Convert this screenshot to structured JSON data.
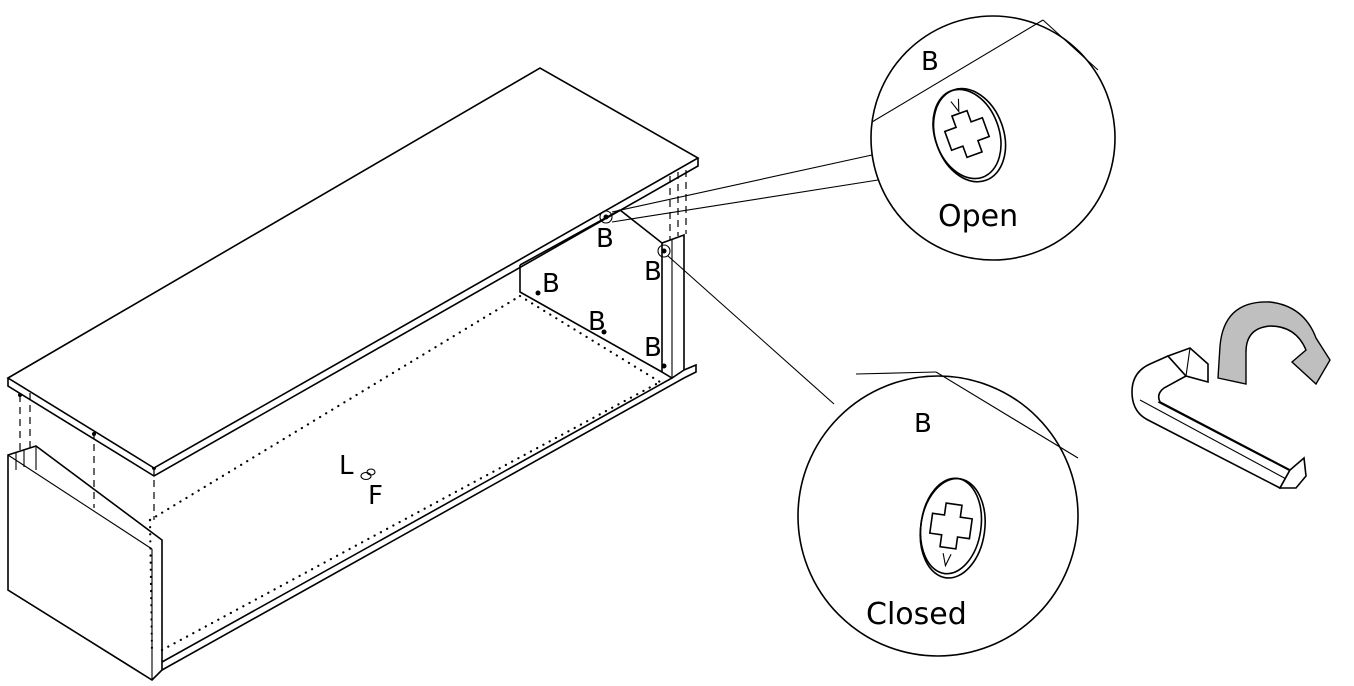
{
  "labels": {
    "b": "B",
    "l": "L",
    "f": "F"
  },
  "detail_open": {
    "part": "B",
    "state": "Open"
  },
  "detail_closed": {
    "part": "B",
    "state": "Closed"
  },
  "icons": {
    "cam_lock": "cam-lock-icon",
    "allen_key": "allen-key-icon",
    "rotation_arrow": "rotation-arrow-icon"
  },
  "colors": {
    "line": "#000000",
    "arrow_fill": "#bfbfbf",
    "background": "#ffffff"
  }
}
